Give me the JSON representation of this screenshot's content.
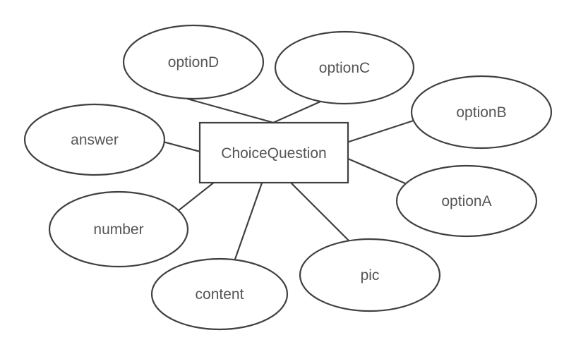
{
  "diagram": {
    "type": "entity-attribute-diagram",
    "center": {
      "id": "ChoiceQuestion",
      "label": "ChoiceQuestion",
      "shape": "rectangle"
    },
    "nodes": [
      {
        "id": "optionD",
        "label": "optionD",
        "shape": "ellipse"
      },
      {
        "id": "optionC",
        "label": "optionC",
        "shape": "ellipse"
      },
      {
        "id": "optionB",
        "label": "optionB",
        "shape": "ellipse"
      },
      {
        "id": "optionA",
        "label": "optionA",
        "shape": "ellipse"
      },
      {
        "id": "answer",
        "label": "answer",
        "shape": "ellipse"
      },
      {
        "id": "number",
        "label": "number",
        "shape": "ellipse"
      },
      {
        "id": "content",
        "label": "content",
        "shape": "ellipse"
      },
      {
        "id": "pic",
        "label": "pic",
        "shape": "ellipse"
      }
    ],
    "edges": [
      {
        "from": "ChoiceQuestion",
        "to": "optionD"
      },
      {
        "from": "ChoiceQuestion",
        "to": "optionC"
      },
      {
        "from": "ChoiceQuestion",
        "to": "optionB"
      },
      {
        "from": "ChoiceQuestion",
        "to": "optionA"
      },
      {
        "from": "ChoiceQuestion",
        "to": "answer"
      },
      {
        "from": "ChoiceQuestion",
        "to": "number"
      },
      {
        "from": "ChoiceQuestion",
        "to": "content"
      },
      {
        "from": "ChoiceQuestion",
        "to": "pic"
      }
    ],
    "colors": {
      "stroke": "#404040",
      "text": "#555555",
      "shape_fill": "#ffffff",
      "background": "#ffffff"
    }
  }
}
